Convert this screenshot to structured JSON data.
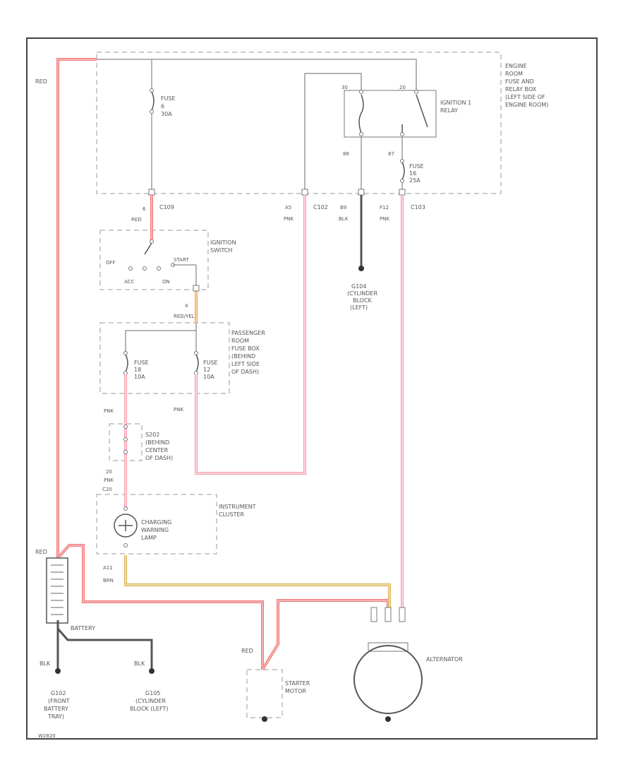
{
  "wire_colors": {
    "red": "#f07878",
    "pink": "#f6a0b0",
    "yellow": "#d9b25a",
    "black": "#555555"
  },
  "labels": {
    "red_top": "RED",
    "engine_box": [
      "ENGINE",
      "ROOM",
      "FUSE AND",
      "RELAY BOX",
      "(LEFT SIDE OF",
      "ENGINE ROOM)"
    ],
    "fuse6": [
      "FUSE",
      "6",
      "30A"
    ],
    "relay_name": [
      "IGNITION 1",
      "RELAY"
    ],
    "relay_pin_left_top": "30",
    "relay_pin_right_top": "20",
    "relay_pin_left_bot": "86",
    "relay_pin_right_bot": "87",
    "fuse16": [
      "FUSE",
      "16",
      "25A"
    ],
    "c109": "C109",
    "c102_pin": "A5",
    "c102_color": "PNK",
    "c102": "C102",
    "b9_pin": "B9",
    "b9_color": "BLK",
    "c103_pin": "F12",
    "c103_color": "PNK",
    "c103": "C103",
    "ign_in_pin": "6",
    "ign_in_color": "RED",
    "ign_switch": [
      "IGNITION",
      "SWITCH"
    ],
    "ign_off": "OFF",
    "ign_start": "START",
    "ign_acc": "ACC",
    "ign_on": "ON",
    "g104": [
      "G104",
      "(CYLINDER",
      "BLOCK",
      "(LEFT)"
    ],
    "pass_in_pin": "4",
    "pass_in_color": "RED/YEL",
    "pass_box": [
      "PASSENGER",
      "ROOM",
      "FUSE BOX",
      "(BEHIND",
      "LEFT SIDE",
      "OF DASH)"
    ],
    "fuse18": [
      "FUSE",
      "18",
      "10A"
    ],
    "fuse12": [
      "FUSE",
      "12",
      "10A"
    ],
    "pnk_right": "PNK",
    "pnk_left": "PNK",
    "s202": [
      "S202",
      "(BEHIND",
      "CENTER",
      "OF DASH)"
    ],
    "c20_pin": "20",
    "c20_color": "PNK",
    "c20": "C20",
    "cluster": [
      "INSTRUMENT",
      "CLUSTER"
    ],
    "lamp": [
      "CHARGING",
      "WARNING",
      "LAMP"
    ],
    "a11_pin": "A11",
    "a11_color": "BRN",
    "red_batt": "RED",
    "battery": "BATTERY",
    "blk_left": "BLK",
    "blk_right": "BLK",
    "g102": [
      "G102",
      "(FRONT",
      "BATTERY",
      "TRAY)"
    ],
    "g105": [
      "G105",
      "(CYLINDER",
      "BLOCK (LEFT)"
    ],
    "red_starter": "RED",
    "starter": [
      "STARTER",
      "MOTOR"
    ],
    "alternator": "ALTERNATOR",
    "footer_code": "W2820"
  }
}
